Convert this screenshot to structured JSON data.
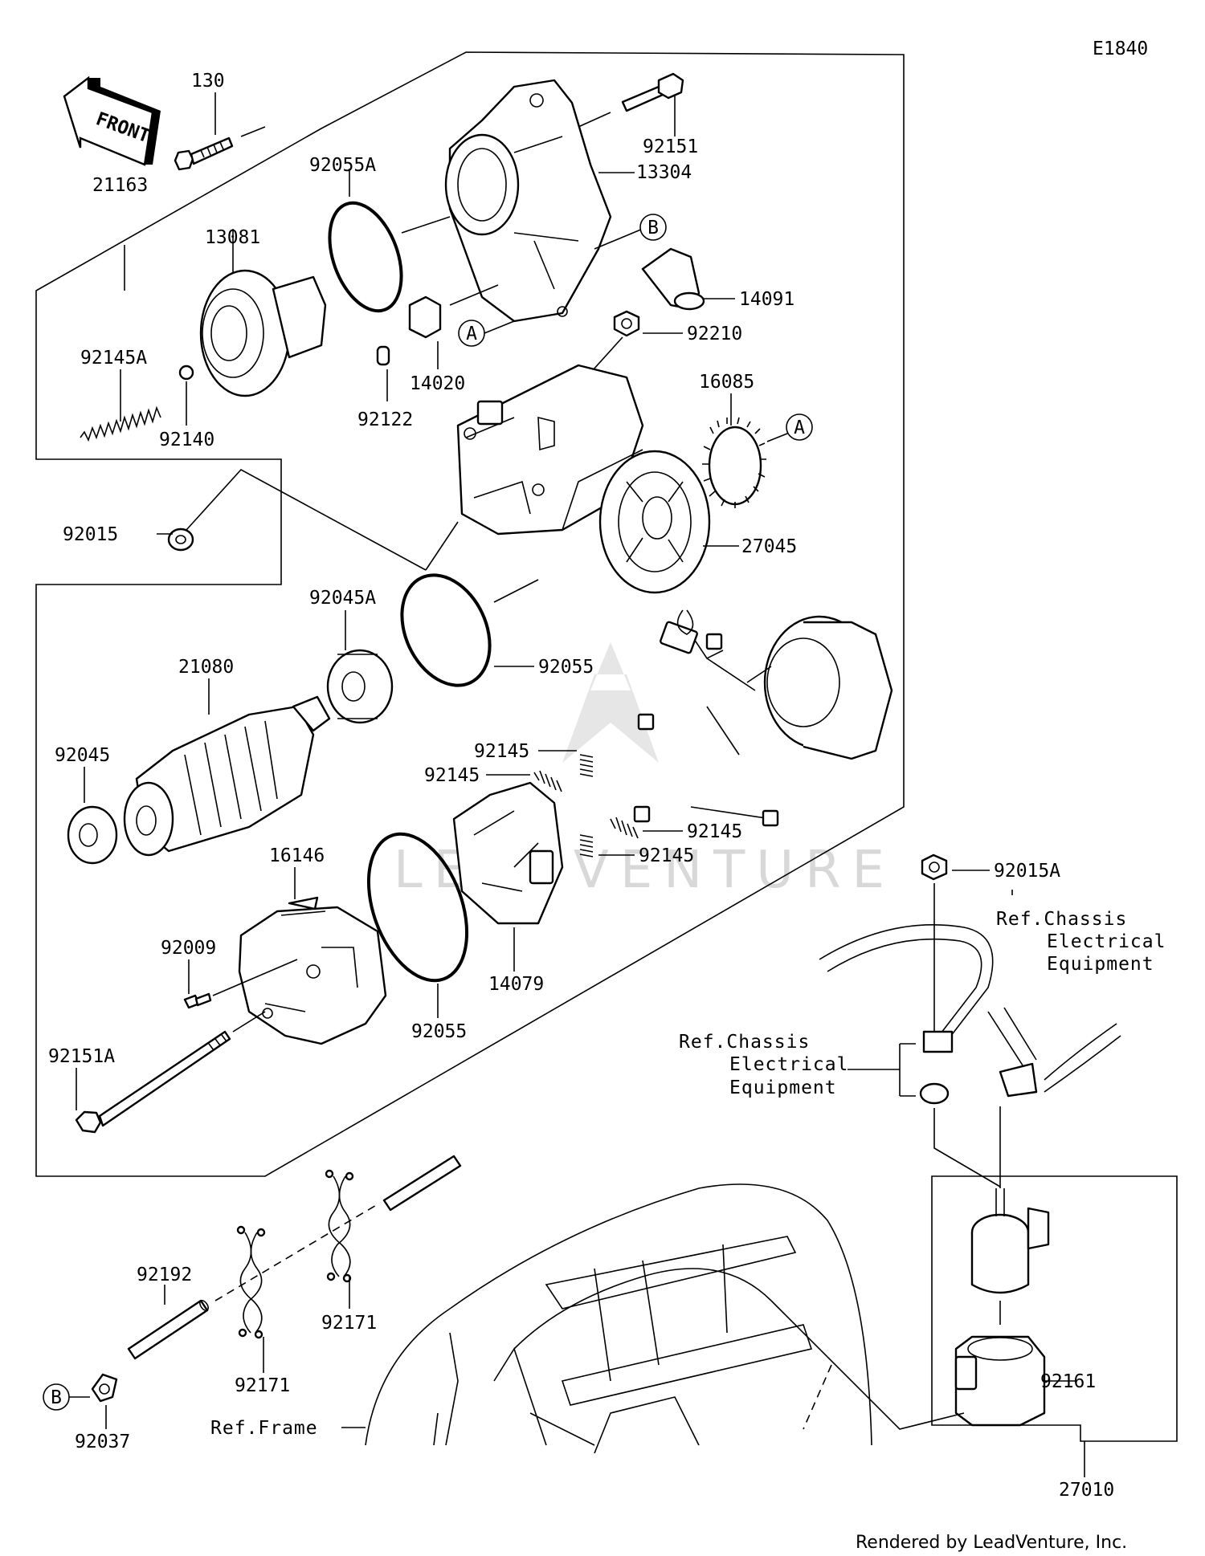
{
  "diagram_code": "E1840",
  "front_label": "FRONT",
  "watermark": "LEADVENTURE",
  "credit": "Rendered by LeadVenture, Inc.",
  "callouts": {
    "A": "A",
    "B": "B"
  },
  "refs": {
    "chassis_1": [
      "Ref.Chassis",
      "Electrical",
      "Equipment"
    ],
    "chassis_2": [
      "Ref.Chassis",
      "Electrical",
      "Equipment"
    ],
    "frame": "Ref.Frame"
  },
  "parts": {
    "p130": "130",
    "p21163": "21163",
    "p92055A": "92055A",
    "p92151": "92151",
    "p13304": "13304",
    "p13081": "13081",
    "p14091": "14091",
    "p92210": "92210",
    "p92145A": "92145A",
    "p14020": "14020",
    "p92122": "92122",
    "p92140": "92140",
    "p16085": "16085",
    "p92015": "92015",
    "p27045": "27045",
    "p92045A": "92045A",
    "p21080": "21080",
    "p92055_upper": "92055",
    "p92045": "92045",
    "p92145_1": "92145",
    "p92145_2": "92145",
    "p92145_3": "92145",
    "p92145_4": "92145",
    "p16146": "16146",
    "p92009": "92009",
    "p14079": "14079",
    "p92055_lower": "92055",
    "p92015A": "92015A",
    "p92151A": "92151A",
    "p92192": "92192",
    "p92171_left": "92171",
    "p92171_right": "92171",
    "p92037": "92037",
    "p92161": "92161",
    "p27010": "27010"
  }
}
